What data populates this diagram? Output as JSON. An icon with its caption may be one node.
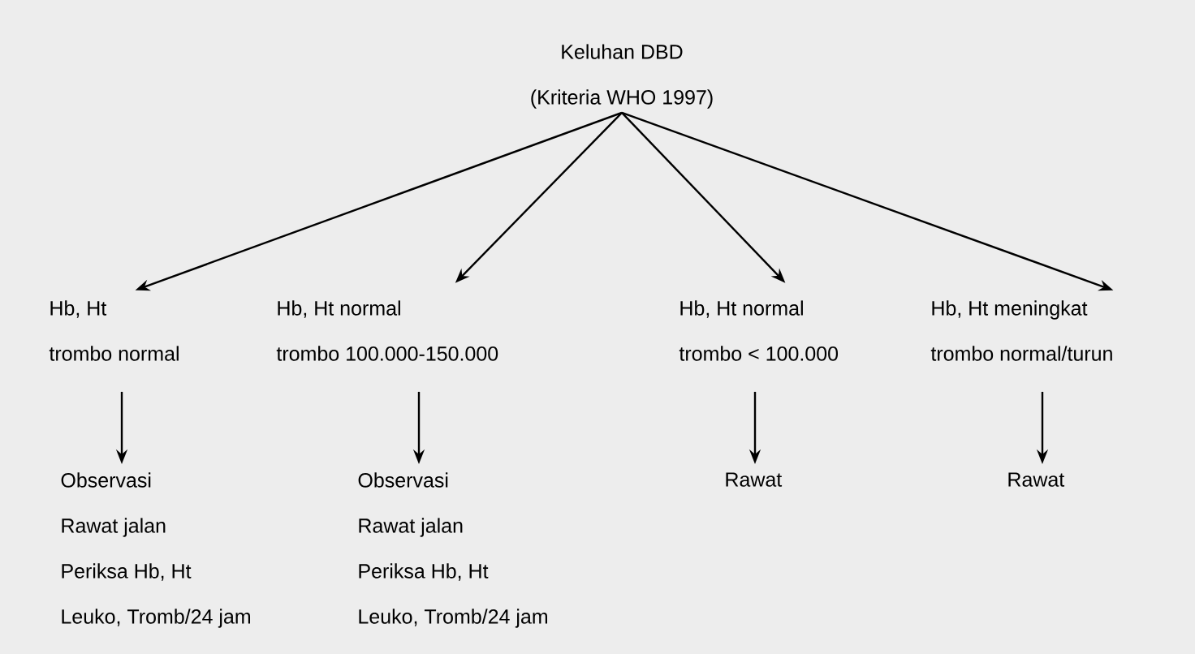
{
  "diagram": {
    "nodes": [
      {
        "text": [
          "Keluhan DBD",
          "(Kriteria WHO 1997)"
        ]
      },
      {
        "text": [
          "Hb, Ht",
          "trombo normal"
        ]
      },
      {
        "text": [
          "Hb, Ht normal",
          "trombo 100.000-150.000"
        ]
      },
      {
        "text": [
          "Hb, Ht normal",
          "trombo < 100.000"
        ]
      },
      {
        "text": [
          "Hb, Ht meningkat",
          "trombo normal/turun"
        ]
      },
      {
        "text": [
          "Observasi",
          "Rawat jalan",
          "Periksa Hb, Ht",
          "Leuko, Tromb/24 jam"
        ]
      },
      {
        "text": [
          "Observasi",
          "Rawat jalan",
          "Periksa Hb, Ht",
          "Leuko, Tromb/24 jam"
        ]
      },
      {
        "text": [
          "Rawat"
        ]
      },
      {
        "text": [
          "Rawat"
        ]
      }
    ],
    "edges": [
      {
        "from": 0,
        "to": 1,
        "arrow": "to"
      },
      {
        "from": 0,
        "to": 2,
        "arrow": "to"
      },
      {
        "from": 0,
        "to": 3,
        "arrow": "to"
      },
      {
        "from": 0,
        "to": 4,
        "arrow": "to"
      },
      {
        "from": 1,
        "to": 5,
        "arrow": "to"
      },
      {
        "from": 2,
        "to": 6,
        "arrow": "to"
      },
      {
        "from": 3,
        "to": 7,
        "arrow": "to"
      },
      {
        "from": 4,
        "to": 8,
        "arrow": "to"
      }
    ]
  }
}
